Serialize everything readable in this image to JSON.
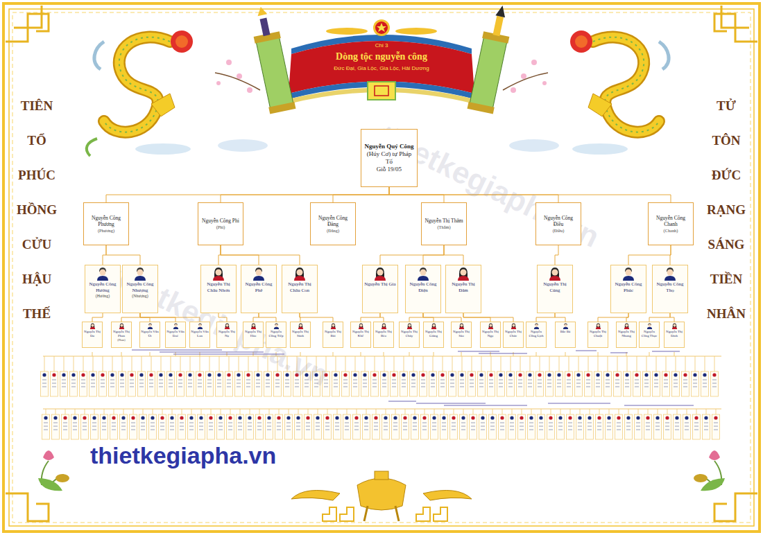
{
  "diagram": {
    "title": "Dòng tộc nguyễn công",
    "nodes": [
      {
        "text": [
          "Nguyễn Quý Công",
          "(Húy Cơ) tự Pháp Tổ",
          "Giỗ 19/05"
        ]
      },
      {
        "text": [
          "Nguyễn Công Phương",
          "(Phương)"
        ]
      },
      {
        "text": [
          "Nguyễn Công Phi",
          "(Phi)"
        ]
      },
      {
        "text": [
          "Nguyễn Công Đăng",
          "(Đăng)"
        ]
      },
      {
        "text": [
          "Nguyễn Thị Thắm",
          "(Thắm)"
        ]
      },
      {
        "text": [
          "Nguyễn Công Điều",
          "(Điều)"
        ]
      },
      {
        "text": [
          "Nguyễn Công Chanh",
          "(Chanh)"
        ]
      },
      {
        "text": [
          "Nguyễn Công Hướng",
          "(Hướng)"
        ]
      },
      {
        "text": [
          "Nguyễn Công Nhượng",
          "(Nhượng)"
        ]
      },
      {
        "text": [
          "Nguyễn Thị Châu Nhơn"
        ]
      },
      {
        "text": [
          "Nguyễn Công Phê"
        ]
      },
      {
        "text": [
          "Nguyễn Thị Châu Con"
        ]
      },
      {
        "text": [
          "Nguyễn Thị Gia"
        ]
      },
      {
        "text": [
          "Nguyễn Công Điện"
        ]
      },
      {
        "text": [
          "Nguyễn Thị Đảm"
        ]
      },
      {
        "text": [
          "Nguyễn Thị Cúng"
        ]
      },
      {
        "text": [
          "Nguyễn Công Phúc"
        ]
      },
      {
        "text": [
          "Nguyễn Công Thọ"
        ]
      },
      {
        "text": [
          "Nguyễn Thị Du"
        ]
      },
      {
        "text": [
          "Nguyễn Thị Phan",
          "(Phan)"
        ]
      },
      {
        "text": [
          "Nguyễn Văn Út"
        ]
      },
      {
        "text": [
          "Nguyễn Văn Đoè"
        ]
      },
      {
        "text": [
          "Nguyễn Văn Lan"
        ]
      },
      {
        "text": [
          "Nguyễn Thị Nụ"
        ]
      },
      {
        "text": [
          "Nguyễn Thị Hảo"
        ]
      },
      {
        "text": [
          "Nguyễn Công Tiếp"
        ]
      },
      {
        "text": [
          "Nguyễn Thị Sành"
        ]
      },
      {
        "text": [
          "Nguyễn Thị Bùi"
        ]
      },
      {
        "text": [
          "Nguyễn Thị Khế"
        ]
      },
      {
        "text": [
          "Nguyễn Thị Bèo"
        ]
      },
      {
        "text": [
          "Nguyễn Thị Chày"
        ]
      },
      {
        "text": [
          "Nguyễn Thị Giàng"
        ]
      },
      {
        "text": [
          "Nguyễn Thị Sáo"
        ]
      },
      {
        "text": [
          "Nguyễn Thị Ngọ"
        ]
      },
      {
        "text": [
          "Nguyễn Thị Chúc"
        ]
      },
      {
        "text": [
          "Nguyễn Công Lịch"
        ]
      },
      {
        "text": [
          "Bắc Bả"
        ]
      },
      {
        "text": [
          "Nguyễn Thị Chuột"
        ]
      },
      {
        "text": [
          "Nguyễn Thị Nhung"
        ]
      },
      {
        "text": [
          "Nguyễn Công Thục"
        ]
      },
      {
        "text": [
          "Nguyễn Thị Dinh"
        ]
      }
    ],
    "edges": [
      {
        "from": 0,
        "to": 1,
        "arrow": "none"
      },
      {
        "from": 0,
        "to": 2,
        "arrow": "none"
      },
      {
        "from": 0,
        "to": 3,
        "arrow": "none"
      },
      {
        "from": 0,
        "to": 4,
        "arrow": "none"
      },
      {
        "from": 0,
        "to": 5,
        "arrow": "none"
      },
      {
        "from": 0,
        "to": 6,
        "arrow": "none"
      },
      {
        "from": 1,
        "to": 7,
        "arrow": "none"
      },
      {
        "from": 1,
        "to": 8,
        "arrow": "none"
      },
      {
        "from": 2,
        "to": 9,
        "arrow": "none"
      },
      {
        "from": 2,
        "to": 10,
        "arrow": "none"
      },
      {
        "from": 2,
        "to": 11,
        "arrow": "none"
      },
      {
        "from": 4,
        "to": 12,
        "arrow": "none"
      },
      {
        "from": 4,
        "to": 13,
        "arrow": "none"
      },
      {
        "from": 4,
        "to": 14,
        "arrow": "none"
      },
      {
        "from": 5,
        "to": 15,
        "arrow": "none"
      },
      {
        "from": 6,
        "to": 16,
        "arrow": "none"
      },
      {
        "from": 6,
        "to": 17,
        "arrow": "none"
      },
      {
        "from": 7,
        "to": 18,
        "arrow": "none"
      },
      {
        "from": 8,
        "to": 19,
        "arrow": "none"
      },
      {
        "from": 8,
        "to": 20,
        "arrow": "none"
      },
      {
        "from": 8,
        "to": 21,
        "arrow": "none"
      },
      {
        "from": 8,
        "to": 22,
        "arrow": "none"
      },
      {
        "from": 9,
        "to": 23,
        "arrow": "none"
      },
      {
        "from": 10,
        "to": 24,
        "arrow": "none"
      },
      {
        "from": 10,
        "to": 25,
        "arrow": "none"
      },
      {
        "from": 11,
        "to": 26,
        "arrow": "none"
      },
      {
        "from": 11,
        "to": 27,
        "arrow": "none"
      },
      {
        "from": 12,
        "to": 28,
        "arrow": "none"
      },
      {
        "from": 12,
        "to": 29,
        "arrow": "none"
      },
      {
        "from": 13,
        "to": 30,
        "arrow": "none"
      },
      {
        "from": 13,
        "to": 31,
        "arrow": "none"
      },
      {
        "from": 13,
        "to": 32,
        "arrow": "none"
      },
      {
        "from": 14,
        "to": 33,
        "arrow": "none"
      },
      {
        "from": 14,
        "to": 34,
        "arrow": "none"
      },
      {
        "from": 15,
        "to": 35,
        "arrow": "none"
      },
      {
        "from": 15,
        "to": 36,
        "arrow": "none"
      },
      {
        "from": 16,
        "to": 37,
        "arrow": "none"
      },
      {
        "from": 16,
        "to": 38,
        "arrow": "none"
      },
      {
        "from": 17,
        "to": 39,
        "arrow": "none"
      },
      {
        "from": 17,
        "to": 40,
        "arrow": "none"
      }
    ],
    "labels": [
      "Chi 3",
      "Đức Đại, Gia Lộc, Gia Lộc, Hải Dương",
      "TIÊN TỔ PHÚC HỒNG CỬU HẬU THẾ",
      "TỬ TÔN ĐỨC RẠNG SÁNG TIỀN NHÂN",
      "thietkegiapha.vn",
      "thietkegiapha.vn",
      "thietkegiapha.vn"
    ]
  }
}
